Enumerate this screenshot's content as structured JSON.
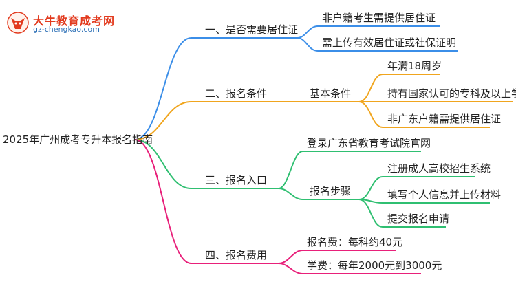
{
  "logo": {
    "title": "大牛教育成考网",
    "url": "gz-chengkao.com"
  },
  "mindmap": {
    "root": "2025年广州成考专升本报名指南",
    "branch1": {
      "label": "一、是否需要居住证",
      "color": "#3b8ee8",
      "children": [
        "非户籍考生需提供居住证",
        "需上传有效居住证或社保证明"
      ]
    },
    "branch2": {
      "label": "二、报名条件",
      "color": "#f0a51e",
      "sub": "基本条件",
      "children": [
        "年满18周岁",
        "持有国家认可的专科及以上学历",
        "非广东户籍需提供居住证"
      ]
    },
    "branch3": {
      "label": "三、报名入口",
      "color": "#2fbf71",
      "sub1": "登录广东省教育考试院官网",
      "sub2": "报名步骤",
      "children": [
        "注册成人高校招生系统",
        "填写个人信息并上传材料",
        "提交报名申请"
      ]
    },
    "branch4": {
      "label": "四、报名费用",
      "color": "#e8207a",
      "children": [
        "报名费：每科约40元",
        "学费：每年2000元到3000元"
      ]
    }
  }
}
